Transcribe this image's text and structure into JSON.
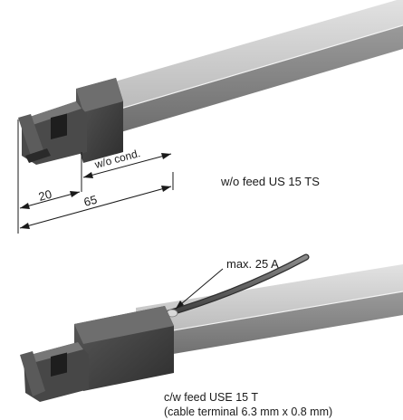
{
  "top_product": {
    "dim_w_o_cond": "w/o cond.",
    "dim_20": "20",
    "dim_65": "65",
    "caption": "w/o feed US 15 TS"
  },
  "bottom_product": {
    "callout_max_current": "max. 25 A",
    "caption_line1": "c/w feed USE 15 T",
    "caption_line2": "(cable terminal 6.3 mm x 0.8 mm)"
  }
}
